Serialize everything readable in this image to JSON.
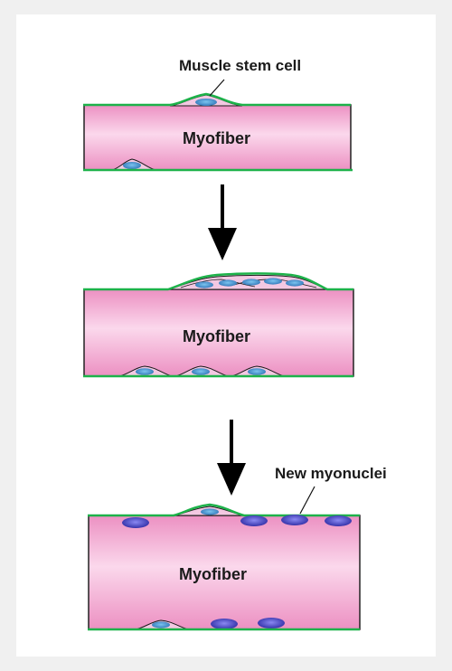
{
  "labels": {
    "stem_cell": "Muscle stem cell",
    "new_myonuclei": "New myonuclei",
    "myofiber_1": "Myofiber",
    "myofiber_2": "Myofiber",
    "myofiber_3": "Myofiber"
  },
  "colors": {
    "fiber_fill": "#f3aad3",
    "fiber_highlight": "#fbd8ec",
    "membrane": "#1db24a",
    "cell_nucleus": "#3f8fcf",
    "myonucleus": "#3b39b8",
    "arrow": "#000000"
  }
}
